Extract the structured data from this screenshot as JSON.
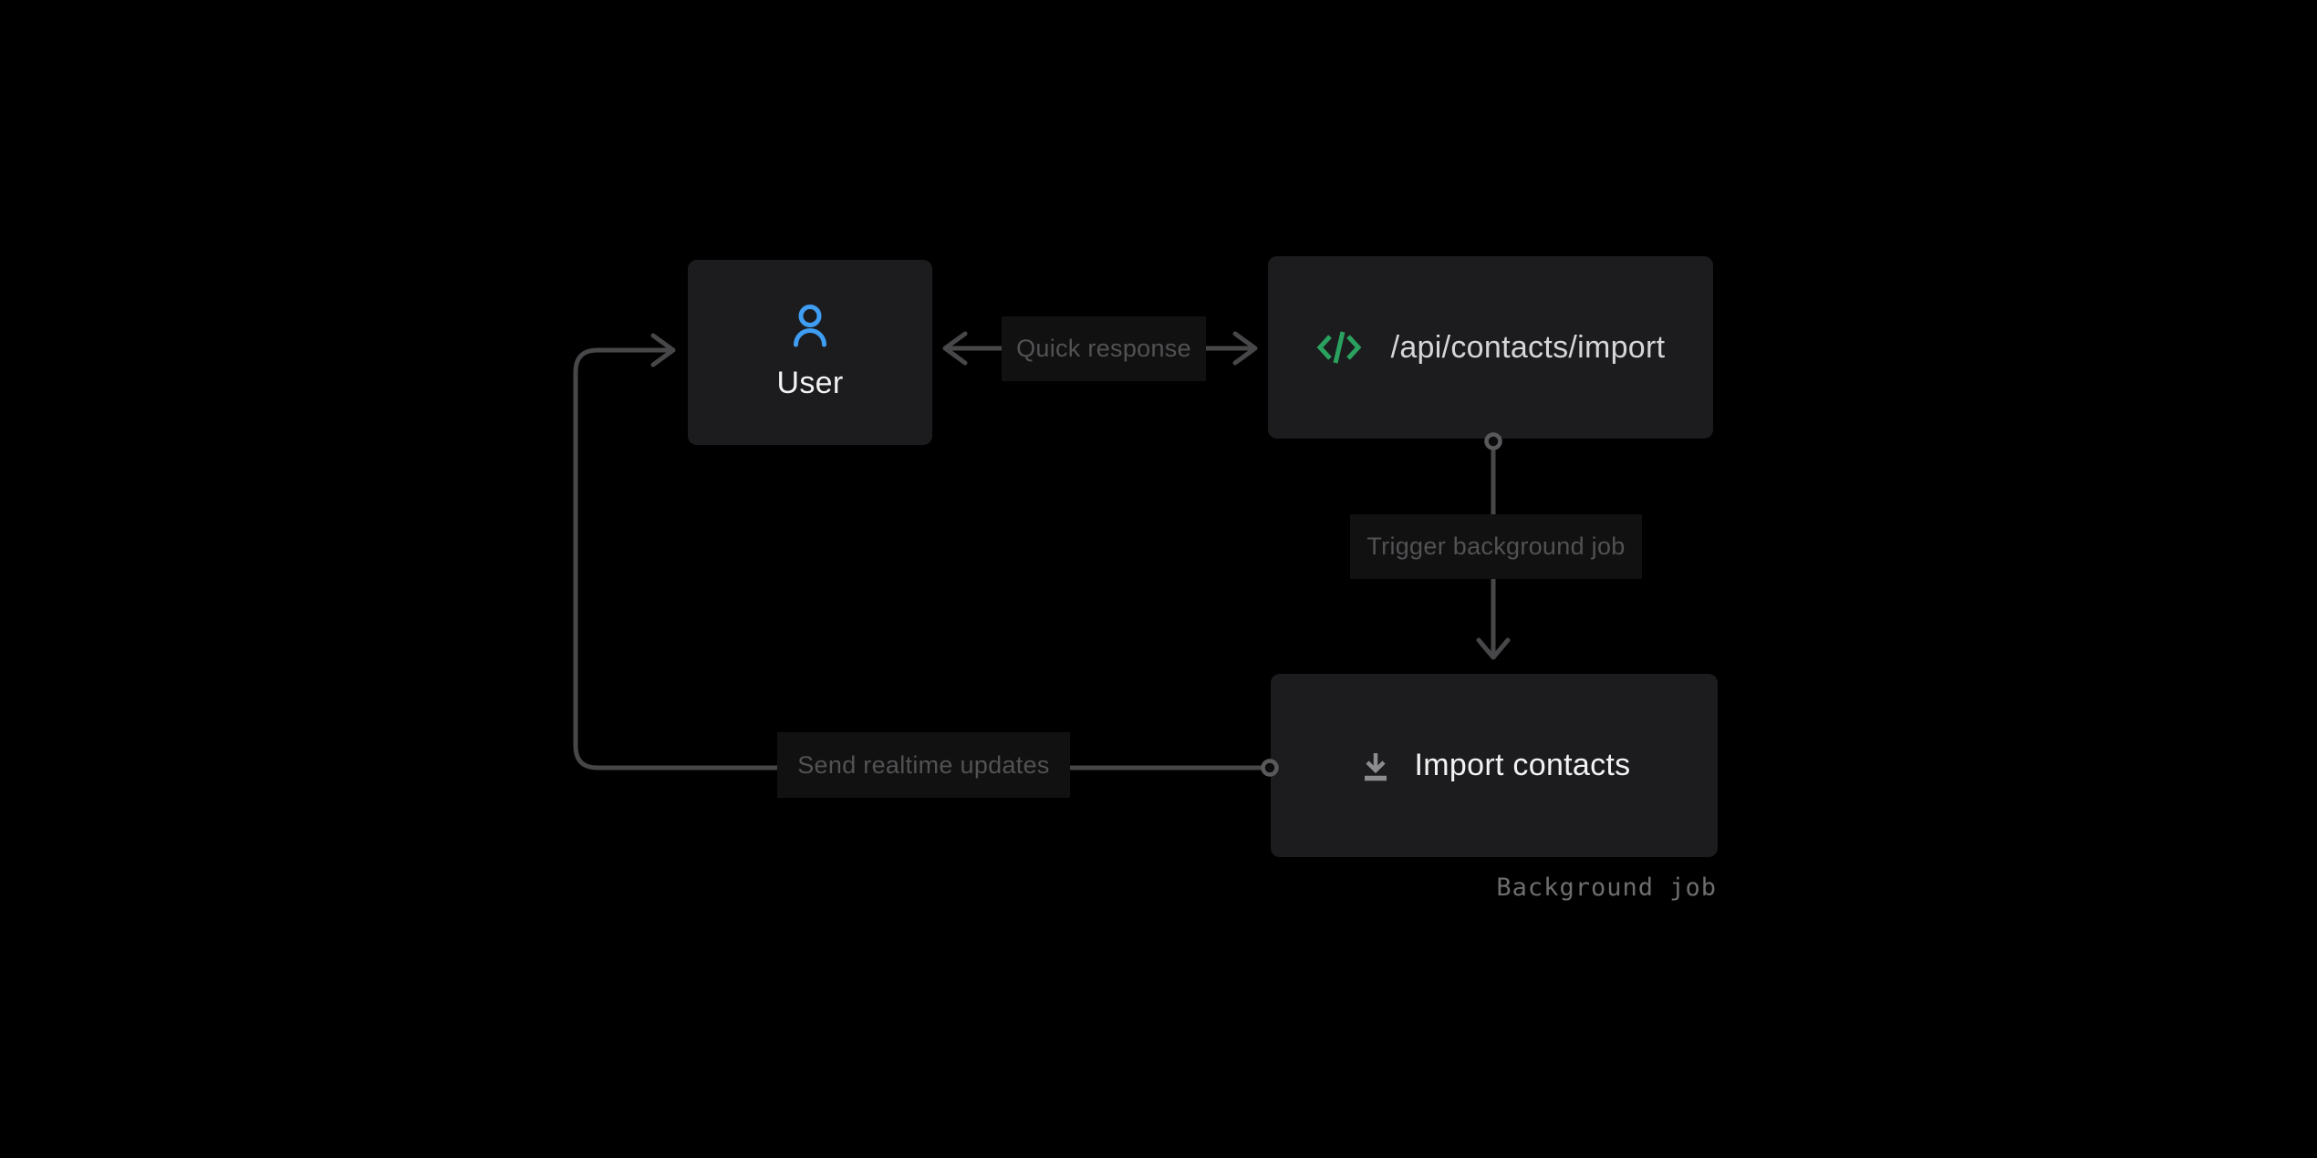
{
  "diagram": {
    "nodes": {
      "user": {
        "label": "User",
        "icon": "user-icon"
      },
      "api": {
        "label": "/api/contacts/import",
        "icon": "code-icon"
      },
      "import_job": {
        "label": "Import contacts",
        "icon": "download-icon",
        "caption": "Background job"
      }
    },
    "edges": {
      "quick_response": {
        "label": "Quick response",
        "direction": "bidirectional",
        "from": "api",
        "to": "user"
      },
      "trigger": {
        "label": "Trigger background job",
        "from": "api",
        "to": "import_job"
      },
      "realtime": {
        "label": "Send realtime updates",
        "from": "import_job",
        "to": "user"
      }
    },
    "colors": {
      "background": "#000000",
      "node_fill": "#1c1c1e",
      "label_fill": "#111112",
      "label_text": "#525254",
      "line": "#474749",
      "node_text": "#f2f2f3",
      "api_text": "#d6d6d8",
      "user_icon": "#3f9df3",
      "code_icon": "#2aa15e",
      "download_icon": "#8c8c8e",
      "caption_text": "#6e6e70"
    }
  }
}
